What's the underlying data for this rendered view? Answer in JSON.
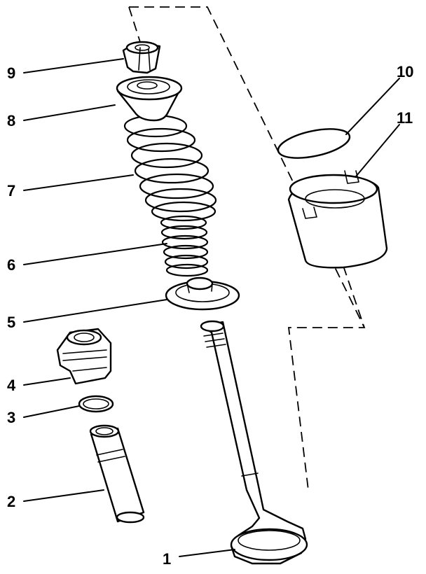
{
  "diagram": {
    "callouts": [
      {
        "id": "1",
        "label": "1",
        "part_icon": "valve-icon"
      },
      {
        "id": "2",
        "label": "2",
        "part_icon": "valve-guide-icon"
      },
      {
        "id": "3",
        "label": "3",
        "part_icon": "o-ring-icon"
      },
      {
        "id": "4",
        "label": "4",
        "part_icon": "valve-stem-seal-icon"
      },
      {
        "id": "5",
        "label": "5",
        "part_icon": "lower-spring-seat-icon"
      },
      {
        "id": "6",
        "label": "6",
        "part_icon": "inner-valve-spring-icon"
      },
      {
        "id": "7",
        "label": "7",
        "part_icon": "outer-valve-spring-icon"
      },
      {
        "id": "8",
        "label": "8",
        "part_icon": "upper-spring-retainer-icon"
      },
      {
        "id": "9",
        "label": "9",
        "part_icon": "valve-collets-icon"
      },
      {
        "id": "10",
        "label": "10",
        "part_icon": "adjusting-shim-icon"
      },
      {
        "id": "11",
        "label": "11",
        "part_icon": "bucket-tappet-icon"
      }
    ]
  }
}
